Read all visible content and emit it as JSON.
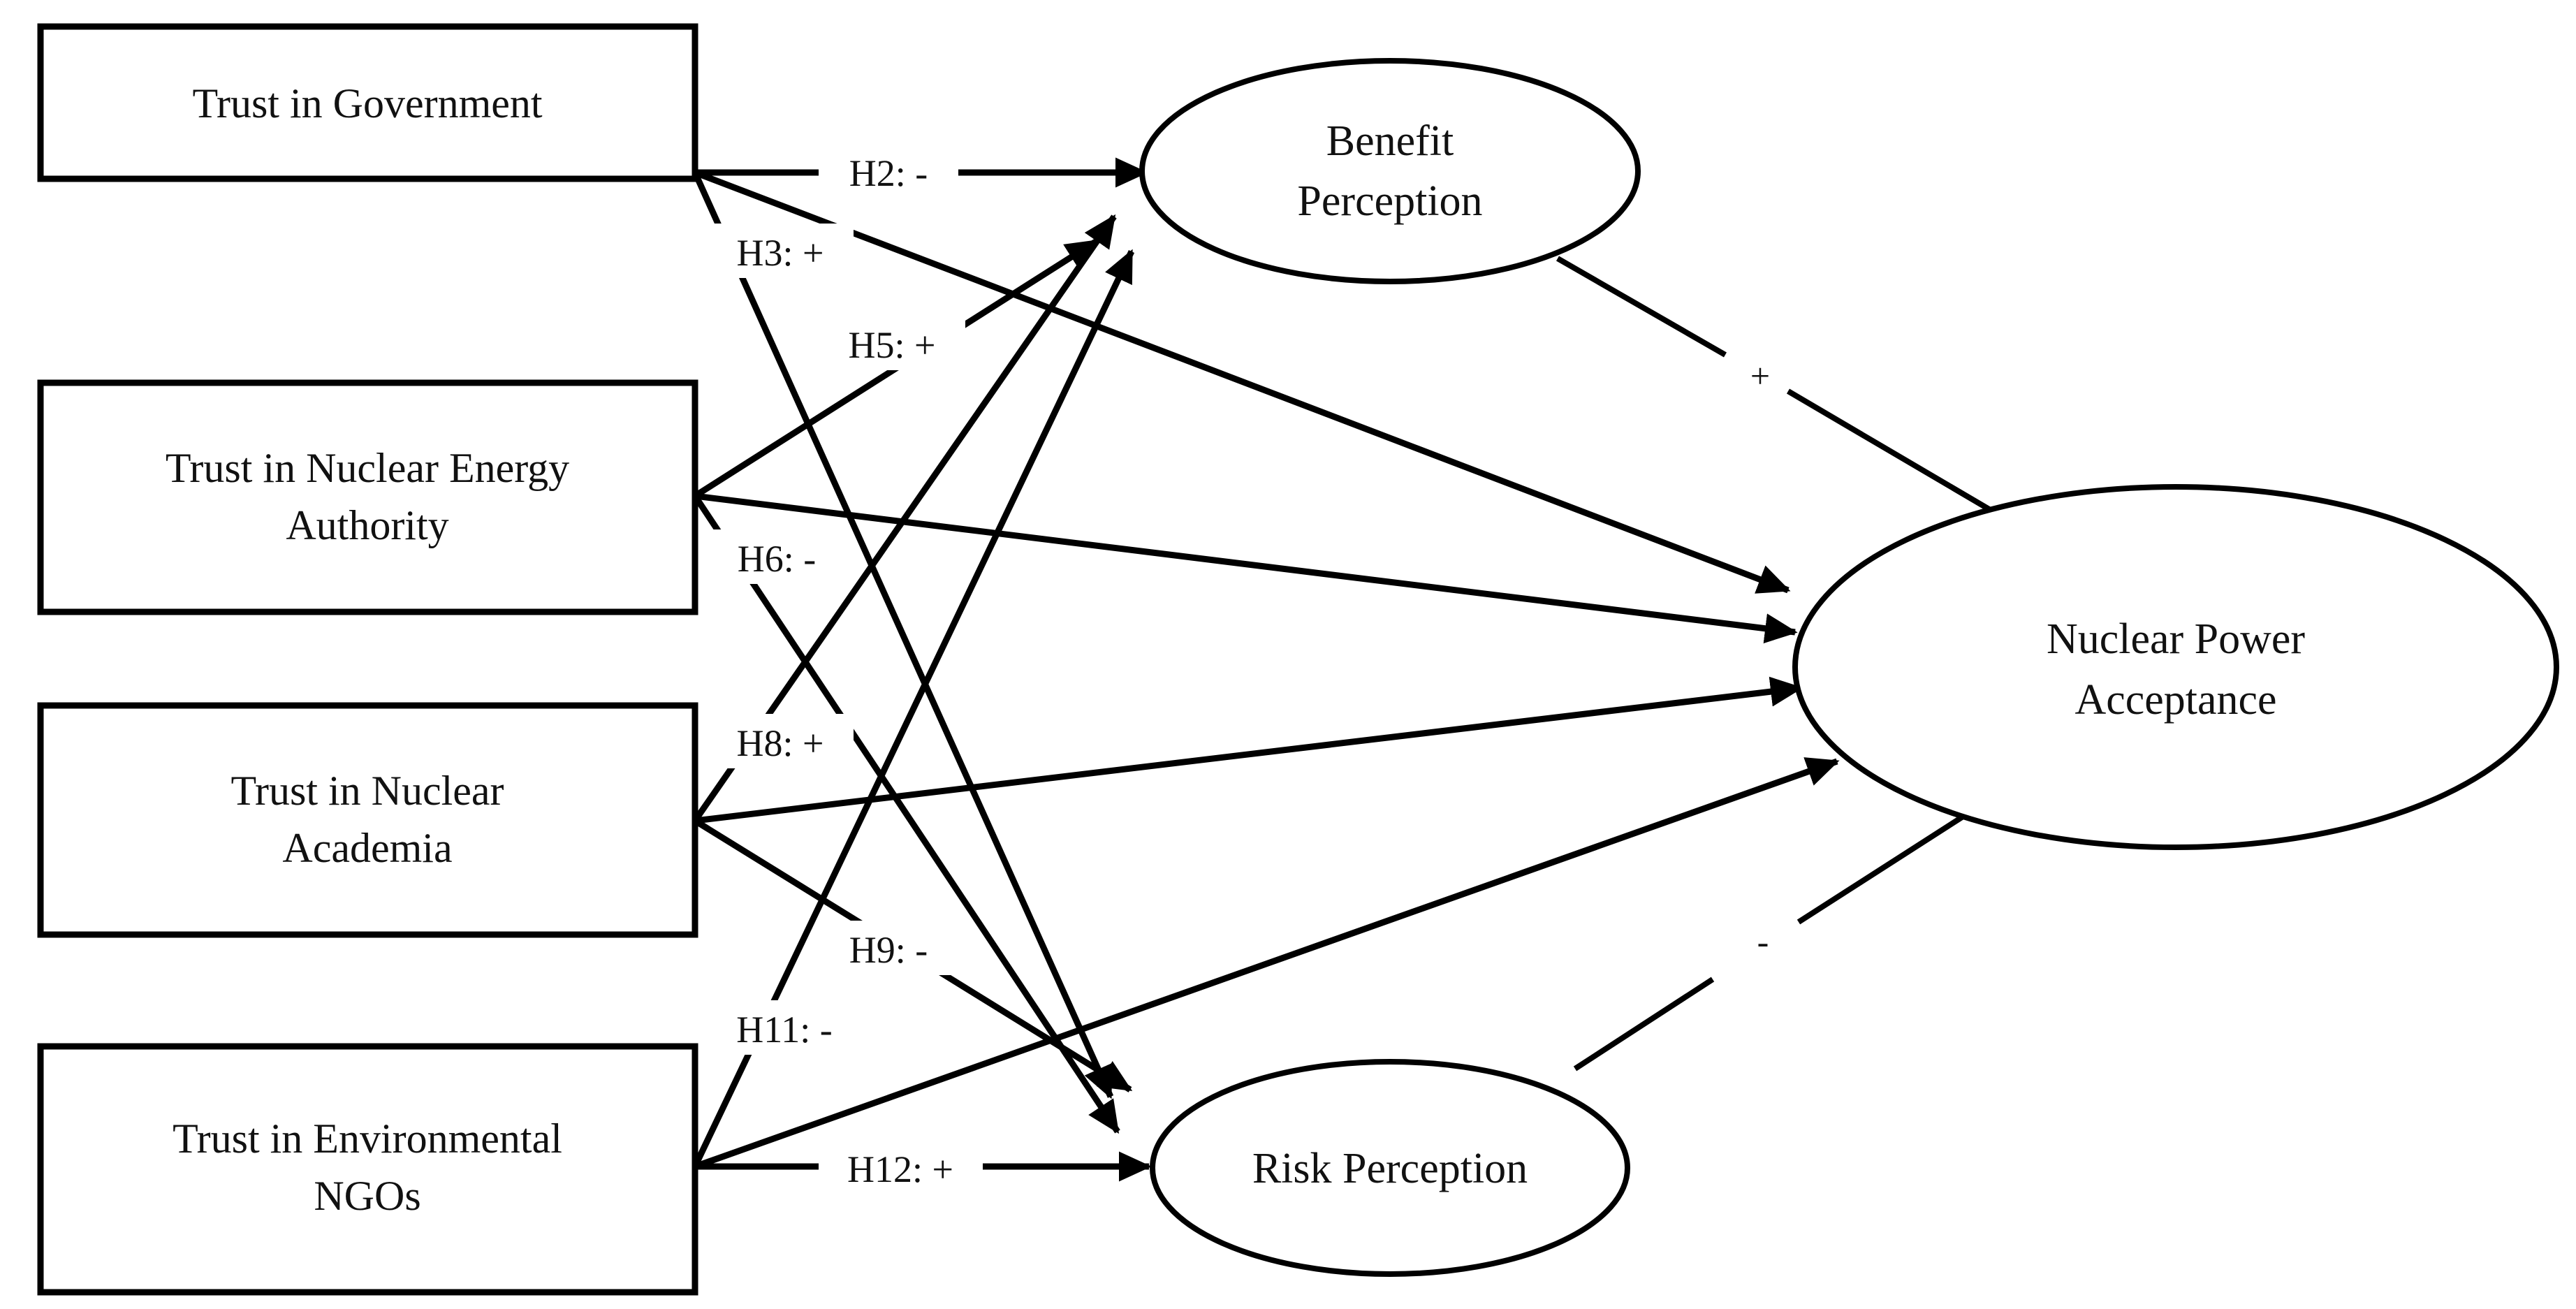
{
  "diagram": {
    "type": "path-model",
    "background_color": "#ffffff",
    "line_color": "#000000",
    "text_color": "#111111",
    "antecedent_boxes": [
      {
        "id": "trust-government",
        "label_lines": [
          "Trust in Government"
        ]
      },
      {
        "id": "trust-nuclear-authority",
        "label_lines": [
          "Trust in Nuclear Energy",
          "Authority"
        ]
      },
      {
        "id": "trust-nuclear-academia",
        "label_lines": [
          "Trust in Nuclear",
          "Academia"
        ]
      },
      {
        "id": "trust-environmental-ngos",
        "label_lines": [
          "Trust in Environmental",
          "NGOs"
        ]
      }
    ],
    "mediator_nodes": [
      {
        "id": "benefit-perception",
        "label_lines": [
          "Benefit",
          "Perception"
        ]
      },
      {
        "id": "risk-perception",
        "label_lines": [
          "Risk Perception"
        ]
      }
    ],
    "outcome_node": {
      "id": "nuclear-power-acceptance",
      "label_lines": [
        "Nuclear Power",
        "Acceptance"
      ]
    },
    "hypothesis_labels": [
      {
        "id": "h2",
        "text": "H2: -",
        "from": "trust-government",
        "to": "benefit-perception"
      },
      {
        "id": "h3",
        "text": "H3: +",
        "from": "trust-government",
        "to": "risk-perception"
      },
      {
        "id": "h5",
        "text": "H5: +",
        "from": "trust-nuclear-authority",
        "to": "benefit-perception"
      },
      {
        "id": "h6",
        "text": "H6: -",
        "from": "trust-nuclear-authority",
        "to": "risk-perception"
      },
      {
        "id": "h8",
        "text": "H8: +",
        "from": "trust-nuclear-academia",
        "to": "benefit-perception"
      },
      {
        "id": "h9",
        "text": "H9: -",
        "from": "trust-nuclear-academia",
        "to": "risk-perception"
      },
      {
        "id": "h11",
        "text": "H11: -",
        "from": "trust-environmental-ngos",
        "to": "benefit-perception"
      },
      {
        "id": "h12",
        "text": "H12: +",
        "from": "trust-environmental-ngos",
        "to": "risk-perception"
      }
    ],
    "sign_labels": [
      {
        "id": "benefit-to-acceptance",
        "text": "+",
        "from": "benefit-perception",
        "to": "nuclear-power-acceptance"
      },
      {
        "id": "risk-to-acceptance",
        "text": "-",
        "from": "risk-perception",
        "to": "nuclear-power-acceptance"
      }
    ],
    "direct_edges_to_outcome": [
      {
        "from": "trust-government",
        "to": "nuclear-power-acceptance"
      },
      {
        "from": "trust-nuclear-authority",
        "to": "nuclear-power-acceptance"
      },
      {
        "from": "trust-nuclear-academia",
        "to": "nuclear-power-acceptance"
      },
      {
        "from": "trust-environmental-ngos",
        "to": "nuclear-power-acceptance"
      }
    ]
  }
}
